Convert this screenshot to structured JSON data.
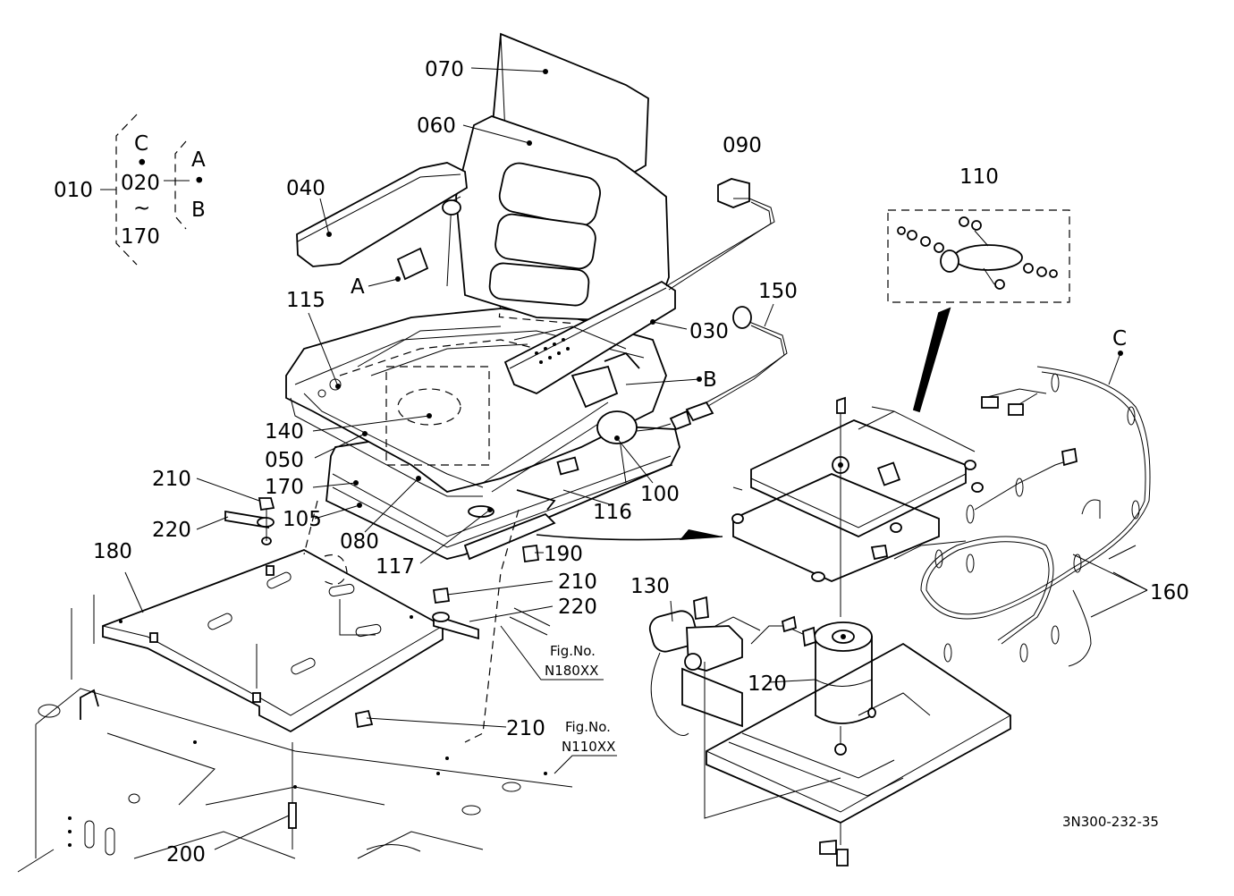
{
  "doc_code": "3N300-232-35",
  "hierarchy": {
    "assembly": "010",
    "top": "C",
    "sep1": "•",
    "range_start": "020",
    "range_sep": "~",
    "range_end": "170",
    "side_top": "A",
    "side_sep": "•",
    "side_bottom": "B"
  },
  "callouts": {
    "p030": "030",
    "p040": "040",
    "p050": "050",
    "p060": "060",
    "p070": "070",
    "p080": "080",
    "p090": "090",
    "p100": "100",
    "p105": "105",
    "p110": "110",
    "p115": "115",
    "p116": "116",
    "p117": "117",
    "p120": "120",
    "p130": "130",
    "p140": "140",
    "p150": "150",
    "p160": "160",
    "p170": "170",
    "p180": "180",
    "p190": "190",
    "p200": "200",
    "p210a": "210",
    "p210b": "210",
    "p210c": "210",
    "p220a": "220",
    "p220b": "220",
    "refA": "A",
    "refB": "B",
    "refC": "C"
  },
  "fig_refs": [
    {
      "label": "Fig.No.",
      "code": "N180XX"
    },
    {
      "label": "Fig.No.",
      "code": "N110XX"
    }
  ]
}
